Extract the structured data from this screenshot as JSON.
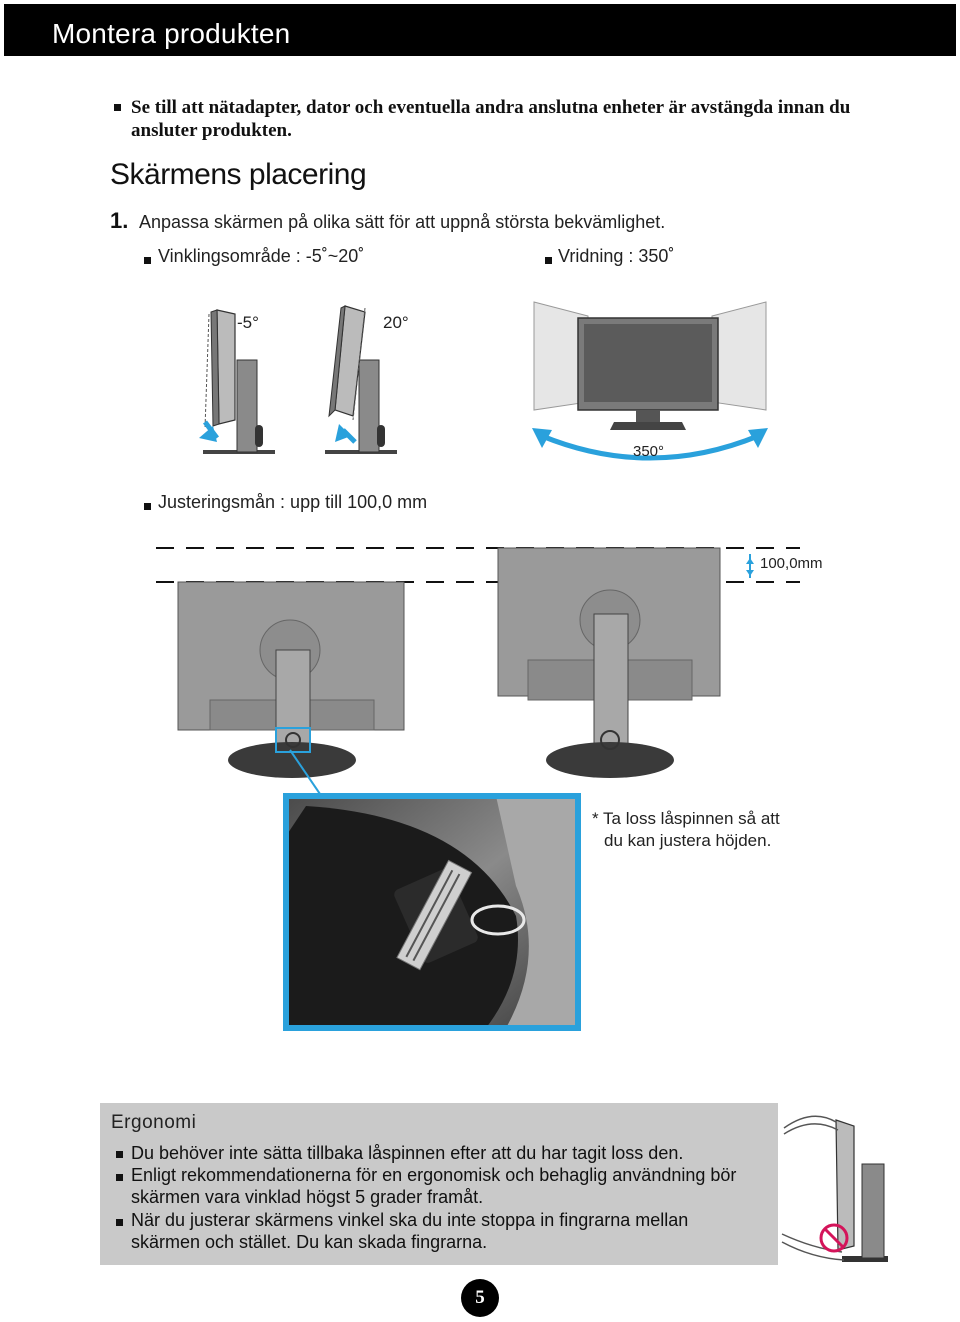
{
  "header": {
    "title": "Montera produkten"
  },
  "note": {
    "text": "Se till att nätadapter, dator och eventuella andra anslutna enheter är avstängda innan du ansluter produkten."
  },
  "section": {
    "title": "Skärmens placering"
  },
  "step": {
    "number": "1.",
    "text": "Anpassa skärmen på olika sätt för att uppnå största bekvämlighet."
  },
  "specs": {
    "tilt": "Vinklingsområde : -5˚~20˚",
    "swivel": "Vridning : 350˚",
    "height": "Justeringsmån : upp till 100,0 mm"
  },
  "figure_labels": {
    "tilt_minus": "-5°",
    "tilt_plus": "20°",
    "swivel": "350°",
    "height": "100,0mm"
  },
  "caption": {
    "line1": "* Ta loss låspinnen så att",
    "line2": "du kan justera höjden."
  },
  "ergonomics": {
    "title": "Ergonomi",
    "items": [
      {
        "line1": "Du behöver inte sätta tillbaka låspinnen efter att du har tagit loss den."
      },
      {
        "line1": "Enligt rekommendationerna för en ergonomisk och behaglig användning bör",
        "line2": "skärmen vara vinklad högst 5 grader framåt."
      },
      {
        "line1": "När du justerar skärmens vinkel ska du inte stoppa in fingrarna mellan",
        "line2": "skärmen och stället. Du kan skada fingrarna."
      }
    ]
  },
  "page": {
    "number": "5"
  },
  "colors": {
    "accent_blue": "#2aa1dc",
    "header_bg": "#000000",
    "box_bg": "#c9c9c9"
  }
}
